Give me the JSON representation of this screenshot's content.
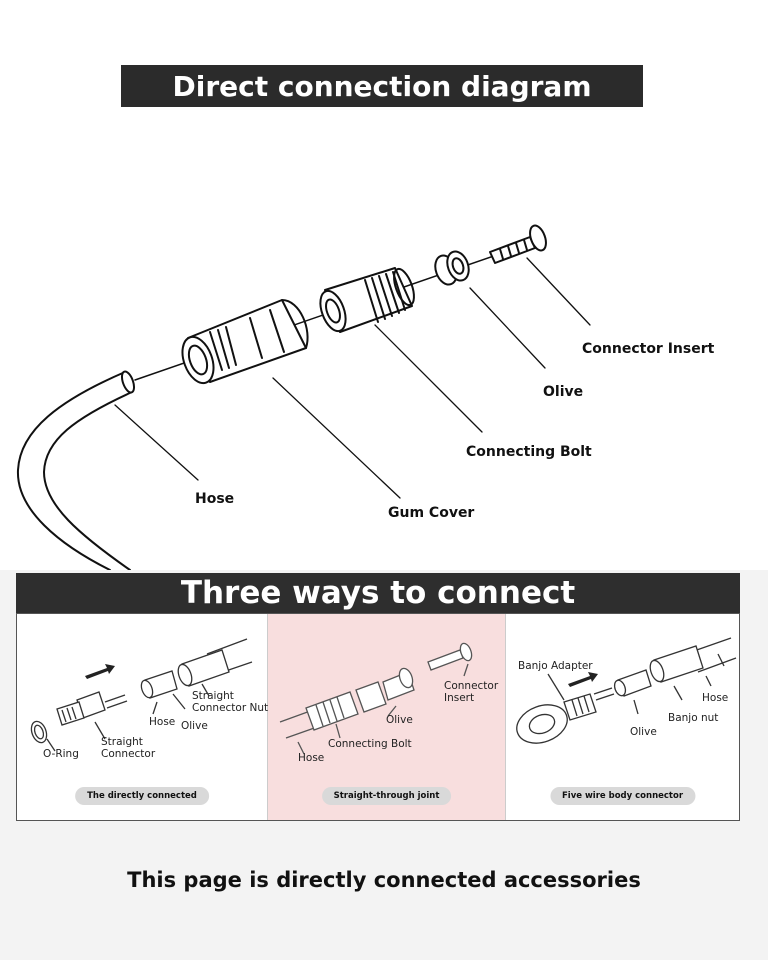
{
  "title": "Direct connection diagram",
  "main_labels": {
    "connector_insert": "Connector Insert",
    "olive": "Olive",
    "connecting_bolt": "Connecting Bolt",
    "hose": "Hose",
    "gum_cover": "Gum Cover"
  },
  "section_title": "Three ways to connect",
  "panels": [
    {
      "caption": "The directly connected",
      "labels": {
        "o_ring": "O-Ring",
        "straight_connector": "Straight\nConnector",
        "hose": "Hose",
        "olive": "Olive",
        "straight_connector_nut": "Straight\nConnector Nut"
      }
    },
    {
      "caption": "Straight-through joint",
      "labels": {
        "connector_insert": "Connector\nInsert",
        "olive": "Olive",
        "connecting_bolt": "Connecting Bolt",
        "hose": "Hose"
      }
    },
    {
      "caption": "Five wire body connector",
      "labels": {
        "banjo_adapter": "Banjo Adapter",
        "hose": "Hose",
        "banjo_nut": "Banjo nut",
        "olive": "Olive"
      }
    }
  ],
  "footer": "This page is directly connected accessories"
}
